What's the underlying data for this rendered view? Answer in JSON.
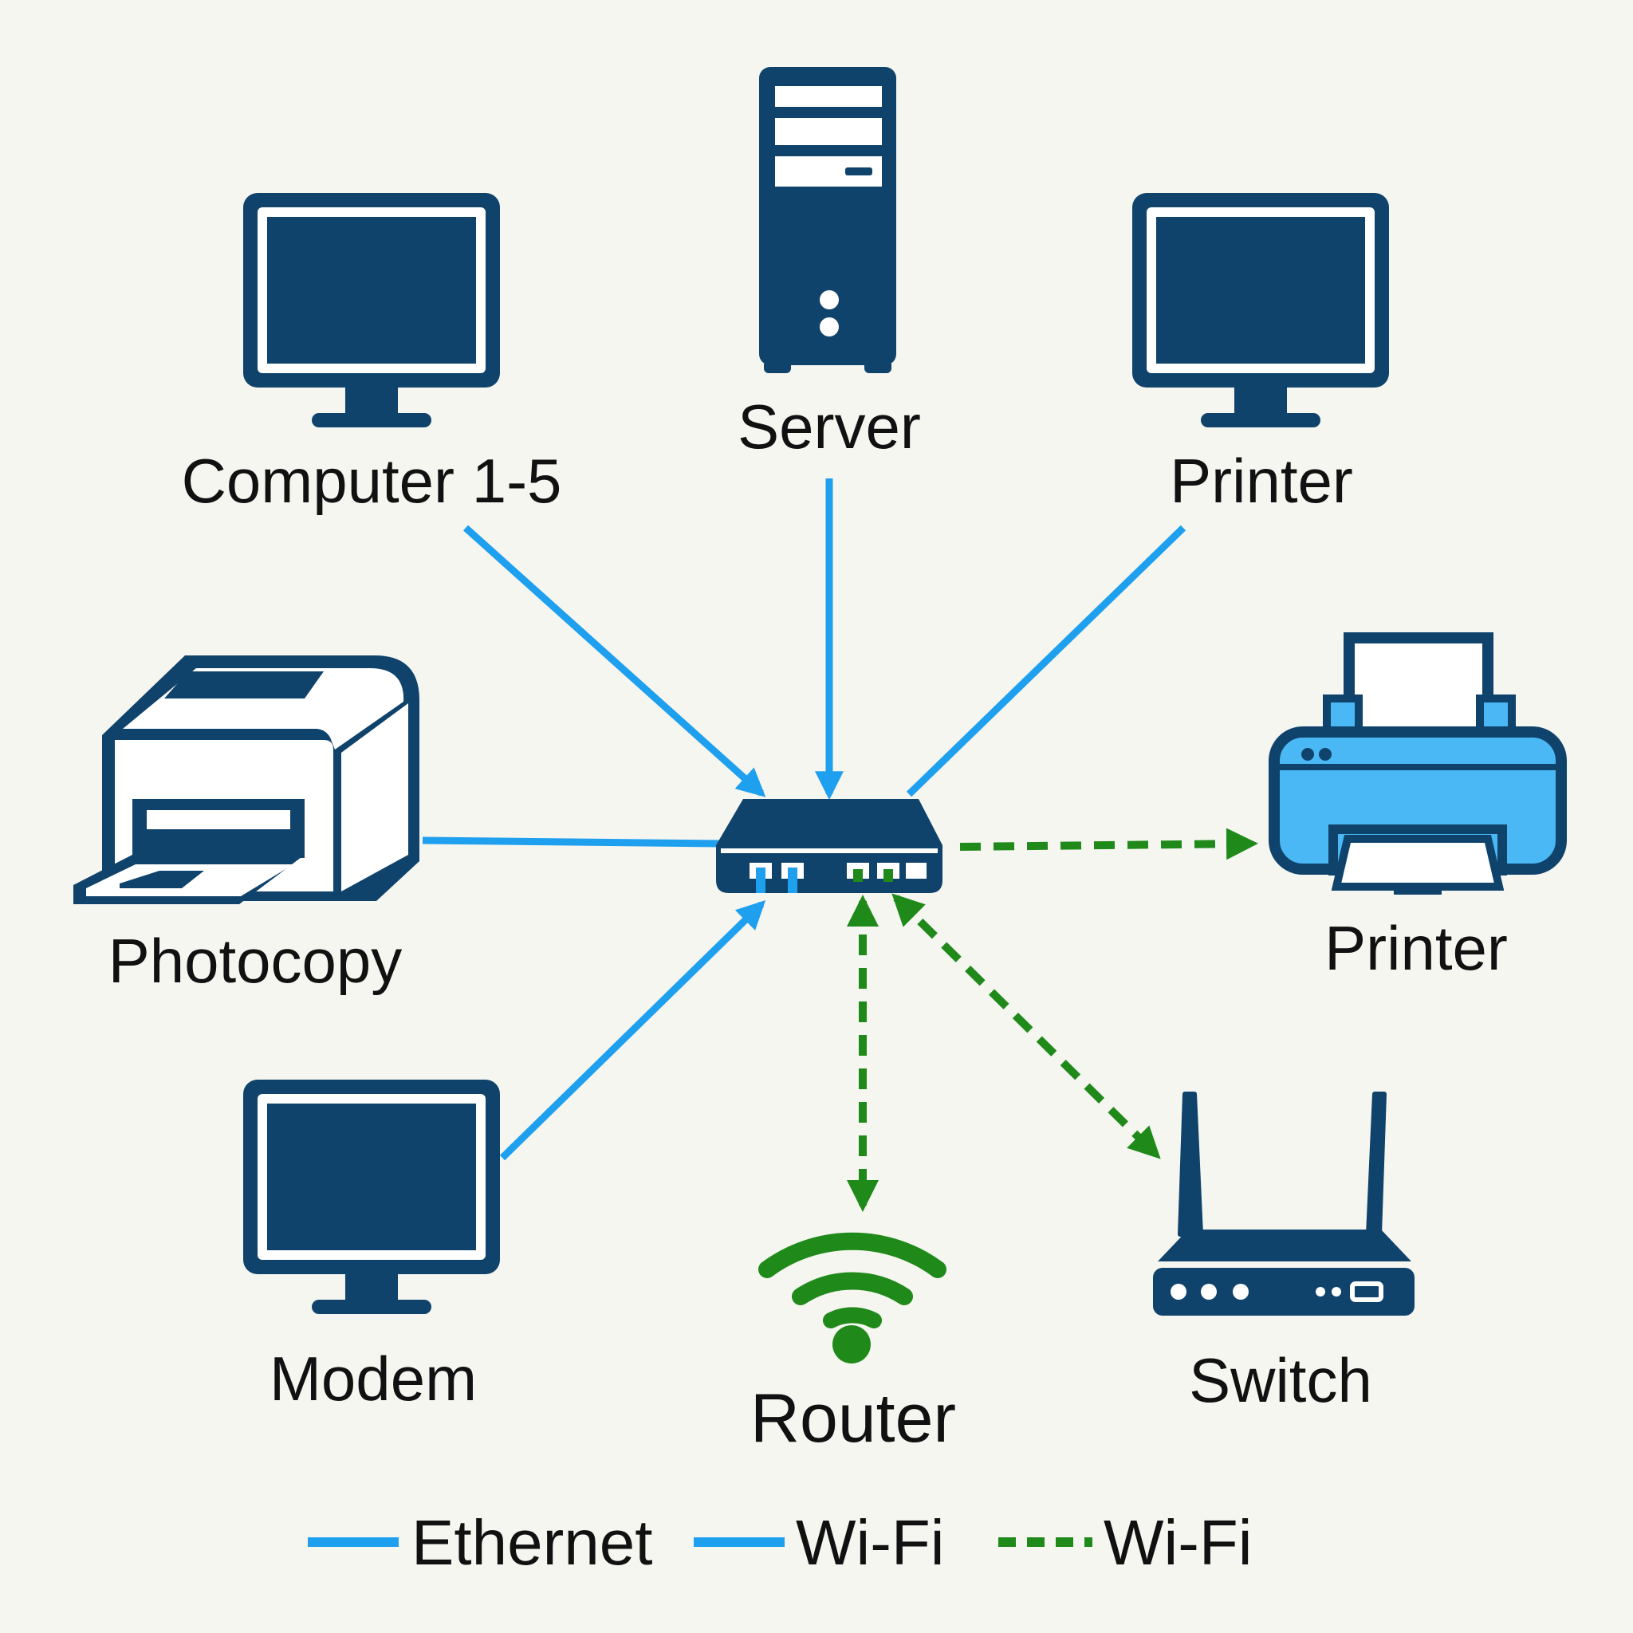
{
  "labels": {
    "computer": "Computer 1-5",
    "server": "Server",
    "printer_top": "Printer",
    "photocopy": "Photocopy",
    "printer_right": "Printer",
    "modem": "Modem",
    "router": "Router",
    "switch": "Switch"
  },
  "legend": [
    {
      "label": "Ethernet",
      "style": "solid"
    },
    {
      "label": "Wi-Fi",
      "style": "solid"
    },
    {
      "label": "Wi-Fi",
      "style": "dashed"
    }
  ],
  "colors": {
    "icon": "#0f436b",
    "ethernet": "#1ea0ef",
    "wifi": "#1f8a1a",
    "printer_body": "#4ab8f5",
    "background": "#f6f6f1"
  },
  "icons": {
    "computer": "monitor-icon",
    "server": "tower-server-icon",
    "printer_top": "monitor-icon",
    "photocopy": "photocopier-icon",
    "printer_right": "printer-icon",
    "modem": "monitor-icon",
    "router": "wifi-signal-icon",
    "switch": "router-antenna-icon",
    "hub": "network-hub-icon"
  }
}
